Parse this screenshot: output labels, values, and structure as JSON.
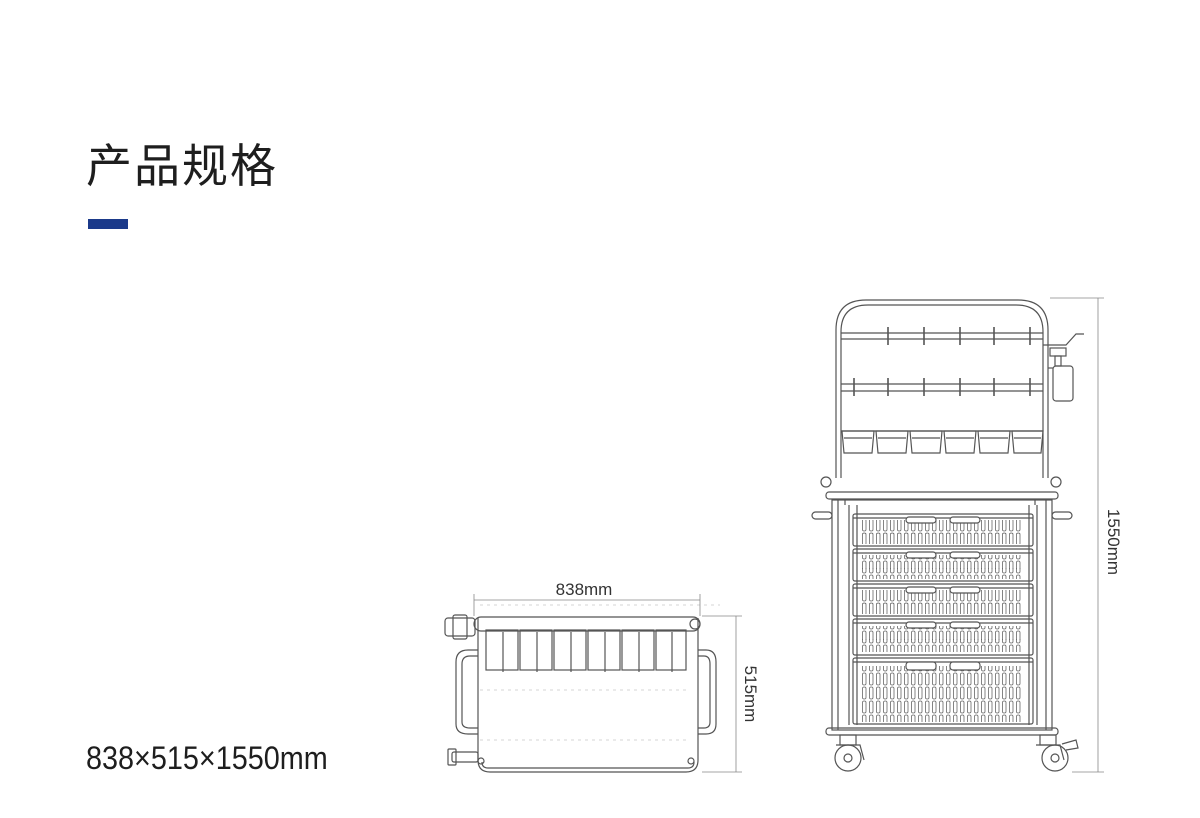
{
  "page": {
    "title": "产品规格",
    "dimensions_text": "838×515×1550mm"
  },
  "colors": {
    "accent": "#1b3a8a",
    "line": "#555555",
    "dim_line": "#888888"
  },
  "top_view": {
    "width_label": "838mm",
    "depth_label": "515mm"
  },
  "side_view": {
    "height_label": "1550mm"
  }
}
